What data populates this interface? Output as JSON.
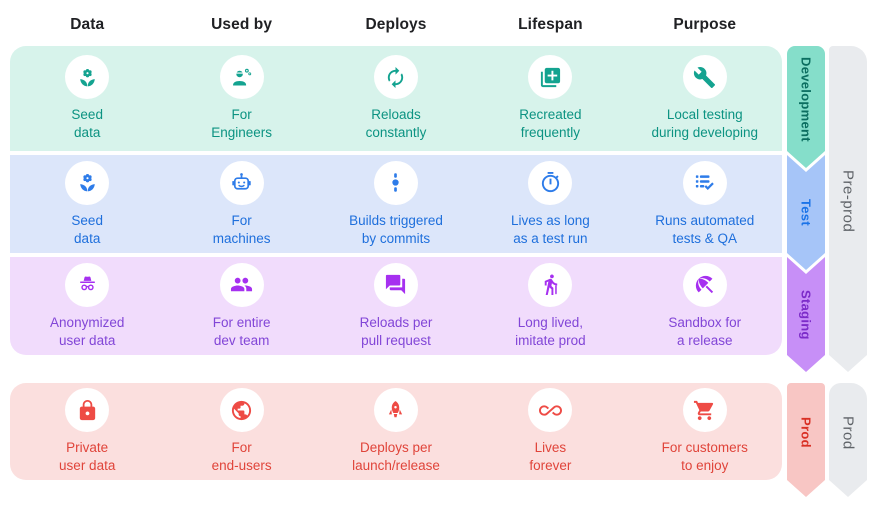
{
  "header": {
    "columns": [
      "Data",
      "Used by",
      "Deploys",
      "Lifespan",
      "Purpose"
    ]
  },
  "rows": [
    {
      "name": "Development",
      "bg": "#D7F3EB",
      "icon_color": "#14A390",
      "text_color": "#0C9382",
      "ribbon_bg": "#85DECA",
      "ribbon_text_color": "#0B6E60",
      "cells": [
        {
          "icon": "seedling-icon",
          "label": "Seed\ndata"
        },
        {
          "icon": "engineer-icon",
          "label": "For\nEngineers"
        },
        {
          "icon": "sync-icon",
          "label": "Reloads\nconstantly"
        },
        {
          "icon": "copy-add-icon",
          "label": "Recreated\nfrequently"
        },
        {
          "icon": "wrench-icon",
          "label": "Local testing\nduring developing"
        }
      ]
    },
    {
      "name": "Test",
      "bg": "#DCE6FA",
      "icon_color": "#2E7CE9",
      "text_color": "#1E6FDC",
      "ribbon_bg": "#A6C5F8",
      "ribbon_text_color": "#1A73E8",
      "cells": [
        {
          "icon": "seedling-icon",
          "label": "Seed\ndata"
        },
        {
          "icon": "robot-icon",
          "label": "For\nmachines"
        },
        {
          "icon": "commit-icon",
          "label": "Builds triggered\nby commits"
        },
        {
          "icon": "timer-icon",
          "label": "Lives as long\nas a test run"
        },
        {
          "icon": "checklist-icon",
          "label": "Runs automated\ntests & QA"
        }
      ]
    },
    {
      "name": "Staging",
      "bg": "#F1DCFC",
      "icon_color": "#A630F0",
      "text_color": "#8246D7",
      "ribbon_bg": "#C78FF7",
      "ribbon_text_color": "#7C2BC9",
      "cells": [
        {
          "icon": "incognito-icon",
          "label": "Anonymized\nuser data"
        },
        {
          "icon": "team-icon",
          "label": "For entire\ndev team"
        },
        {
          "icon": "chat-icon",
          "label": "Reloads per\npull request"
        },
        {
          "icon": "hiker-icon",
          "label": "Long lived,\nimitate prod"
        },
        {
          "icon": "umbrella-icon",
          "label": "Sandbox for\na release"
        }
      ]
    },
    {
      "name": "Prod",
      "bg": "#FBDFDE",
      "icon_color": "#EE4B45",
      "text_color": "#E0443A",
      "ribbon_bg": "#F8C6C4",
      "ribbon_text_color": "#D93025",
      "cells": [
        {
          "icon": "lock-icon",
          "label": "Private\nuser data"
        },
        {
          "icon": "globe-icon",
          "label": "For\nend-users"
        },
        {
          "icon": "rocket-icon",
          "label": "Deploys per\nlaunch/release"
        },
        {
          "icon": "infinity-icon",
          "label": "Lives\nforever"
        },
        {
          "icon": "cart-icon",
          "label": "For customers\nto enjoy"
        }
      ]
    }
  ],
  "group_ribbons": [
    {
      "label": "Pre-prod",
      "bg": "#E9EBEE",
      "text_color": "#5F6368"
    },
    {
      "label": "Prod",
      "bg": "#E9EBEE",
      "text_color": "#5F6368"
    }
  ]
}
